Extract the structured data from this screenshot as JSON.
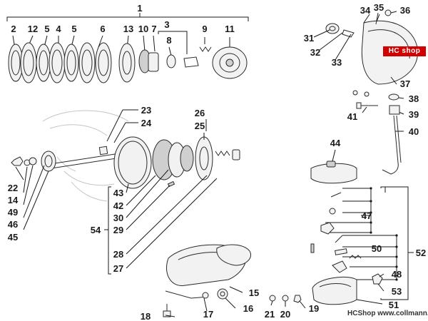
{
  "labels": {
    "l1": "1",
    "l2": "2",
    "l12": "12",
    "l5a": "5",
    "l4": "4",
    "l5b": "5",
    "l6": "6",
    "l13": "13",
    "l10": "10",
    "l7": "7",
    "l3": "3",
    "l8": "8",
    "l9": "9",
    "l11": "11",
    "l34": "34",
    "l35": "35",
    "l36": "36",
    "l31": "31",
    "l32": "32",
    "l33": "33",
    "l37": "37",
    "l38": "38",
    "l39": "39",
    "l41": "41",
    "l40": "40",
    "l44": "44",
    "l47": "47",
    "l50": "50",
    "l52": "52",
    "l48": "48",
    "l53": "53",
    "l51": "51",
    "l23": "23",
    "l24": "24",
    "l26": "26",
    "l25": "25",
    "l22": "22",
    "l14": "14",
    "l49": "49",
    "l46": "46",
    "l45": "45",
    "l43": "43",
    "l42": "42",
    "l30": "30",
    "l29": "29",
    "l54": "54",
    "l28": "28",
    "l27": "27",
    "l15": "15",
    "l16": "16",
    "l17": "17",
    "l18": "18",
    "l21": "21",
    "l20": "20",
    "l19": "19"
  },
  "badge": "HC shop",
  "watermark": "HCShop www.collmann.eu"
}
